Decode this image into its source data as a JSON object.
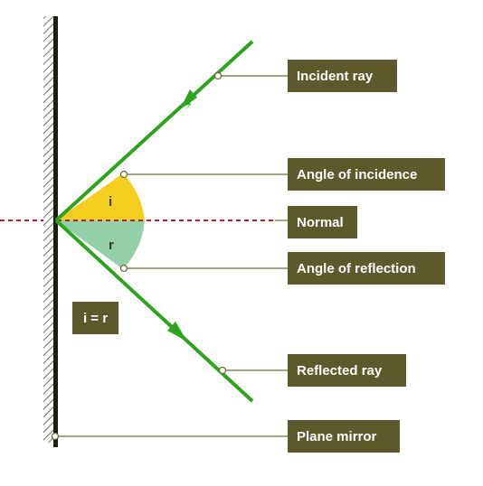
{
  "labels": {
    "incident_ray": "Incident ray",
    "angle_of_incidence": "Angle of incidence",
    "normal": "Normal",
    "angle_of_reflection": "Angle of reflection",
    "reflected_ray": "Reflected ray",
    "plane_mirror": "Plane mirror"
  },
  "angles": {
    "incidence_symbol": "i",
    "reflection_symbol": "r",
    "equality": "i = r"
  },
  "colors": {
    "ray": "#2ea31e",
    "label_box": "#5c5a2c",
    "normal_line": "#b02222",
    "incidence_sector": "#f5cd1e",
    "reflection_sector": "#93cfa8",
    "leader_line": "#6b6b3a",
    "mirror": "#1e1e10"
  }
}
